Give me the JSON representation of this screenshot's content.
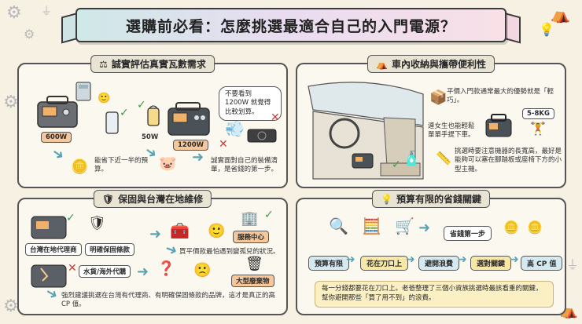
{
  "title": "選購前必看：怎麼挑選最適合自己的入門電源？",
  "panel_power": {
    "title": "誠實評估真實瓦數需求",
    "bubble": "不要看到 1200W 就覺得比較划算。",
    "label_600": "600W",
    "label_50": "50W",
    "label_1200": "1200W",
    "caption_left": "能省下近一半的預算。",
    "caption_right": "誠實面對自己的裝備清單，是省錢的第一步。"
  },
  "panel_car": {
    "title": "車內收納與攜帶便利性",
    "text1": "平價入門款通常最大的優勢就是「輕巧」。",
    "text2": "連女生也能輕鬆單單手提下車。",
    "weight": "5-8KG",
    "text3": "挑選時要注意機器的長寬高，最好是能夠可以塞在腳踏板或座椅下方的小型主機。"
  },
  "panel_warranty": {
    "title": "保固與台灣在地維修",
    "label_agent": "台灣在地代理商",
    "label_warranty": "明確保固條款",
    "label_service": "服務中心",
    "caption_top": "買平價款最怕遇到變孤兒的狀況。",
    "label_parallel": "水貨/海外代購",
    "label_trash": "大型廢棄物",
    "caption_bottom": "強烈建議挑選在台灣有代理商、有明確保固條款的品牌，這才是真正的高 CP 值。"
  },
  "panel_budget": {
    "title": "預算有限的省錢關鍵",
    "step_label": "省錢第一步",
    "flow": [
      "預算有限",
      "花在刀口上",
      "避開浪費",
      "選對關鍵",
      "高 CP 值"
    ],
    "note": "每一分錢都要花在刀口上。老爸整理了三個小資族挑選時最該看重的關鍵，幫你避開那些「買了用不到」的浪費。"
  }
}
